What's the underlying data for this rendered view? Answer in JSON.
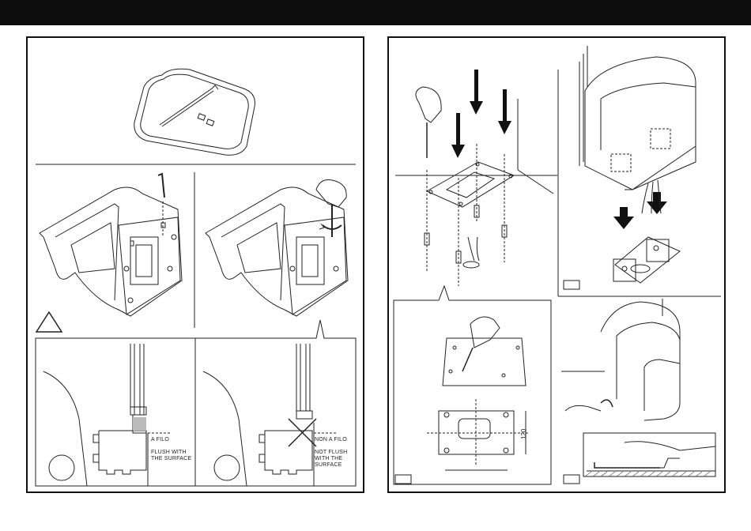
{
  "left_page": {
    "flush_label_it": "A FILO",
    "flush_label_en": "FLUSH WITH THE SURFACE",
    "not_flush_label_it": "NON A FILO",
    "not_flush_label_en": "NOT FLUSH WITH THE SURFACE"
  },
  "right_page": {
    "plate_dimension": "120"
  }
}
